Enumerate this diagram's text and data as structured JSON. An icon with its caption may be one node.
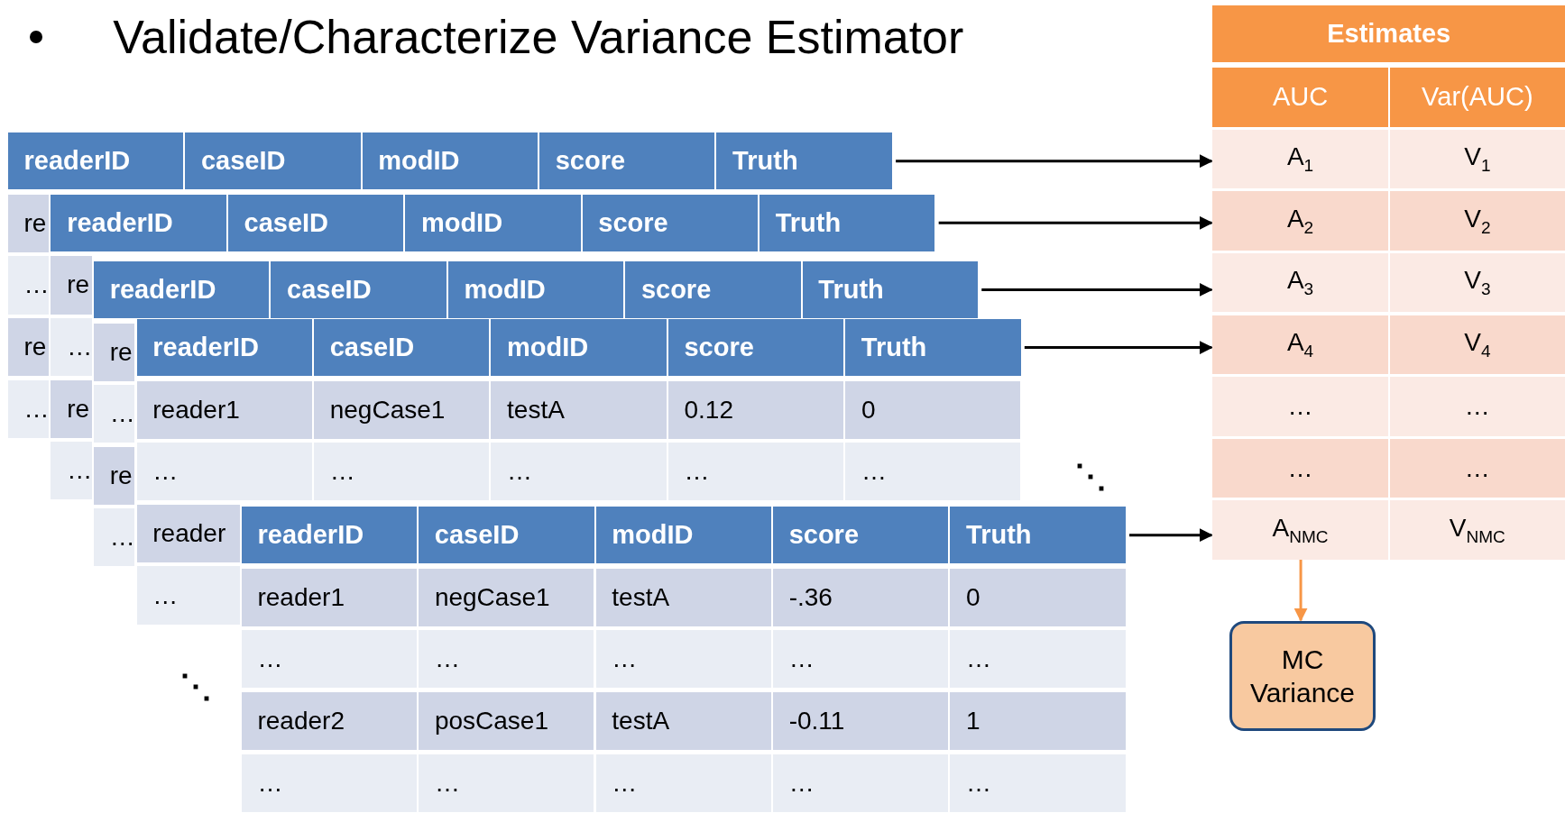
{
  "diagram": {
    "title": "Validate/Characterize Variance Estimator",
    "nodes": [
      {
        "text": [
          "readerID",
          "caseID",
          "modID",
          "score",
          "Truth"
        ]
      },
      {
        "text": [
          "readerID",
          "caseID",
          "modID",
          "score",
          "Truth"
        ]
      },
      {
        "text": [
          "readerID",
          "caseID",
          "modID",
          "score",
          "Truth"
        ]
      },
      {
        "text": [
          "readerID",
          "caseID",
          "modID",
          "score",
          "Truth"
        ]
      },
      {
        "text": [
          "readerID",
          "caseID",
          "modID",
          "score",
          "Truth"
        ]
      },
      {
        "text": [
          "Estimates"
        ]
      },
      {
        "text": [
          "AUC",
          "Var(AUC)"
        ]
      },
      {
        "text": [
          "A$_{1}$",
          "V$_{1}$"
        ]
      },
      {
        "text": [
          "A$_{2}$",
          "V$_{2}$"
        ]
      },
      {
        "text": [
          "A$_{3}$",
          "V$_{3}$"
        ]
      },
      {
        "text": [
          "A$_{4}$",
          "V$_{4}$"
        ]
      },
      {
        "text": [
          "…",
          "…"
        ]
      },
      {
        "text": [
          "…",
          "…"
        ]
      },
      {
        "text": [
          "A$_{NMC}$",
          "V$_{NMC}$"
        ]
      },
      {
        "text": [
          "MC Variance"
        ]
      }
    ],
    "edges": [
      {
        "from": 0,
        "to": 7,
        "arrow": "to"
      },
      {
        "from": 1,
        "to": 8,
        "arrow": "to"
      },
      {
        "from": 2,
        "to": 9,
        "arrow": "to"
      },
      {
        "from": 3,
        "to": 10,
        "arrow": "to"
      },
      {
        "from": 4,
        "to": 13,
        "arrow": "to"
      },
      {
        "from": 13,
        "to": 14,
        "arrow": "to",
        "color": "#f79646"
      }
    ],
    "labels": [
      "re",
      "…",
      "re",
      "…",
      "re",
      "…",
      "re",
      "…",
      "re",
      "…",
      "re",
      "…",
      "reader1",
      "negCase1",
      "testA",
      "0.12",
      "0",
      "…",
      "…",
      "…",
      "…",
      "…",
      "reader",
      "…",
      "reader1",
      "negCase1",
      "testA",
      "-.36",
      "0",
      "…",
      "…",
      "…",
      "…",
      "…",
      "reader2",
      "posCase1",
      "testA",
      "-0.11",
      "1",
      "…",
      "…",
      "…",
      "…",
      "…",
      "⋱",
      "⋱"
    ]
  }
}
